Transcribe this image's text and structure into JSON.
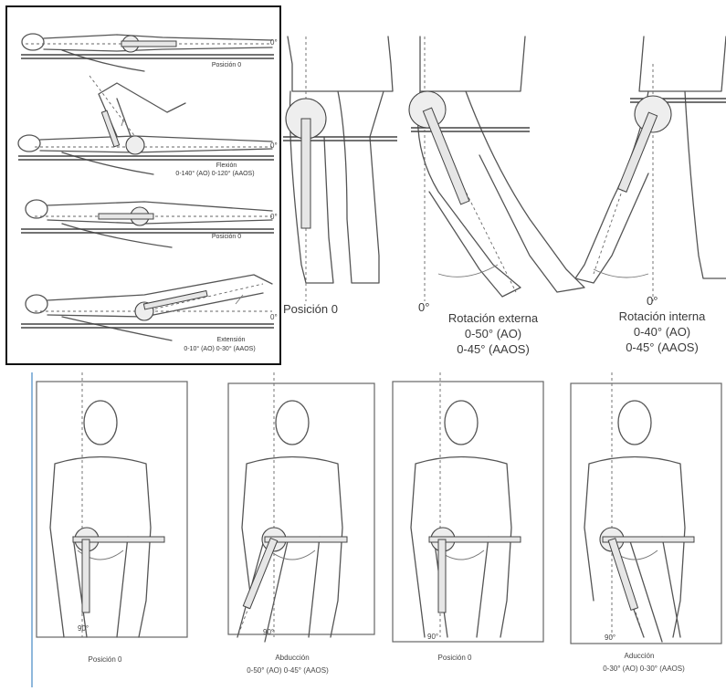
{
  "hip_supine": {
    "pos0_a": "Posición 0",
    "flex_title": "Flexión",
    "flex_range": "0-140° (AO) 0-120° (AAOS)",
    "pos0_b": "Posición 0",
    "ext_title": "Extensión",
    "ext_range": "0-10° (AO) 0-30° (AAOS)",
    "deg0": "0°"
  },
  "hip_rotation": {
    "pos0": "Posición 0",
    "deg0": "0°",
    "ext_title": "Rotación externa",
    "ext_ao": "0-50° (AO)",
    "ext_aaos": "0-45° (AAOS)",
    "int_title": "Rotación interna",
    "int_ao": "0-40° (AO)",
    "int_aaos": "0-45° (AAOS)"
  },
  "hip_frontal": {
    "deg90": "90°",
    "pos0": "Posición 0",
    "abd_title": "Abducción",
    "abd_range": "0-50° (AO)  0-45° (AAOS)",
    "add_title": "Aducción",
    "add_range": "0-30° (AO)  0-30° (AAOS)"
  }
}
